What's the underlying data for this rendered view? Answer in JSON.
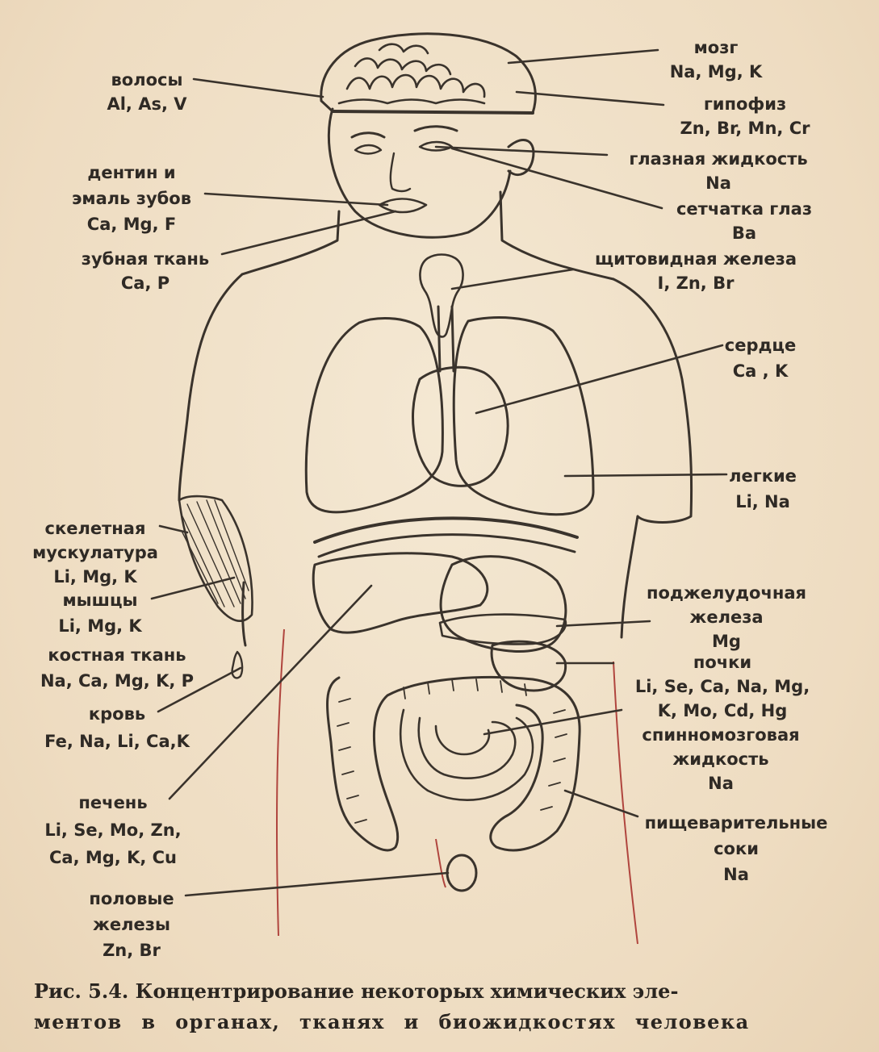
{
  "labels": {
    "hair": {
      "name": "волосы",
      "elements": "Al, As, V"
    },
    "brain": {
      "name": "мозг",
      "elements": "Na, Mg, K"
    },
    "pituitary": {
      "name": "гипофиз",
      "elements": "Zn, Br, Mn, Cr"
    },
    "eye_fluid": {
      "name": "глазная жидкость",
      "elements": "Na"
    },
    "retina": {
      "name": "сетчатка глаз",
      "elements": "Ba"
    },
    "dentin": {
      "name1": "дентин и",
      "name2": "эмаль зубов",
      "elements": "Ca, Mg, F"
    },
    "dental_tissue": {
      "name": "зубная ткань",
      "elements": "Ca, P"
    },
    "thyroid": {
      "name": "щитовидная железа",
      "elements": "I, Zn, Br"
    },
    "heart": {
      "name": "сердце",
      "elements": "Ca , K"
    },
    "lungs": {
      "name": "легкие",
      "elements": "Li, Na"
    },
    "skeletal_muscle": {
      "name1": "скелетная",
      "name2": "мускулатура",
      "elements": "Li, Mg, K"
    },
    "muscles": {
      "name": "мышцы",
      "elements": "Li, Mg, K"
    },
    "bone": {
      "name": "костная ткань",
      "elements": "Na, Ca, Mg, K, P"
    },
    "blood": {
      "name": "кровь",
      "elements": "Fe, Na, Li, Ca,K"
    },
    "pancreas": {
      "name1": "поджелудочная",
      "name2": "железа",
      "elements": "Mg"
    },
    "kidneys": {
      "name": "почки",
      "elements1": "Li, Se, Ca, Na, Mg,",
      "elements2": "K, Mo, Cd, Hg"
    },
    "csf": {
      "name1": "спинномозговая",
      "name2": "жидкость",
      "elements": "Na"
    },
    "digestive": {
      "name1": "пищеварительные",
      "name2": "соки",
      "elements": "Na"
    },
    "liver": {
      "name": "печень",
      "elements1": "Li, Se, Mo, Zn,",
      "elements2": "Ca, Mg, K, Cu"
    },
    "gonads": {
      "name1": "половые",
      "name2": "железы",
      "elements": "Zn, Br"
    }
  },
  "caption": {
    "line1": "Рис. 5.4. Концентрирование некоторых химических эле-",
    "line2": "ментов в органах, тканях и биожидкостях человека"
  },
  "colors": {
    "background": "#f1e3cc",
    "ink": "#2f2a25",
    "body_outline": "#b0453e"
  }
}
